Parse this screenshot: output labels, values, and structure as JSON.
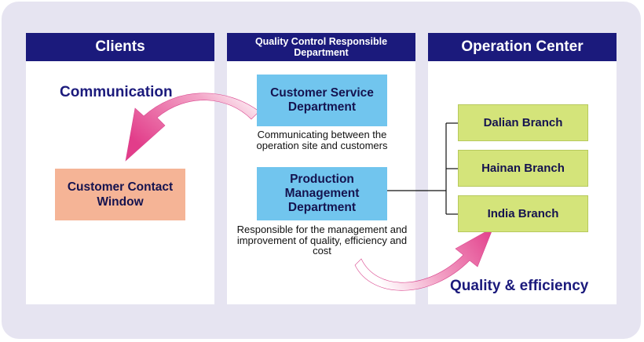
{
  "columns": {
    "clients": {
      "title": "Clients"
    },
    "quality": {
      "title": "Quality Control Responsible Department"
    },
    "operation": {
      "title": "Operation Center"
    }
  },
  "labels": {
    "communication": "Communication",
    "quality_efficiency": "Quality & efficiency"
  },
  "clients": {
    "contact_window": "Customer Contact Window"
  },
  "quality": {
    "customer_service": "Customer Service Department",
    "customer_service_note": "Communicating between the operation site and customers",
    "production": "Production Management Department",
    "production_note": "Responsible for the management and improvement of quality, efficiency and cost"
  },
  "operation": {
    "branches": [
      "Dalian Branch",
      "Hainan Branch",
      "India Branch"
    ]
  },
  "colors": {
    "header_navy": "#1b1a7c",
    "department_blue": "#71c5ee",
    "contact_orange": "#f5b496",
    "branch_green": "#d4e47a",
    "arrow_pink": "#e8458f"
  }
}
